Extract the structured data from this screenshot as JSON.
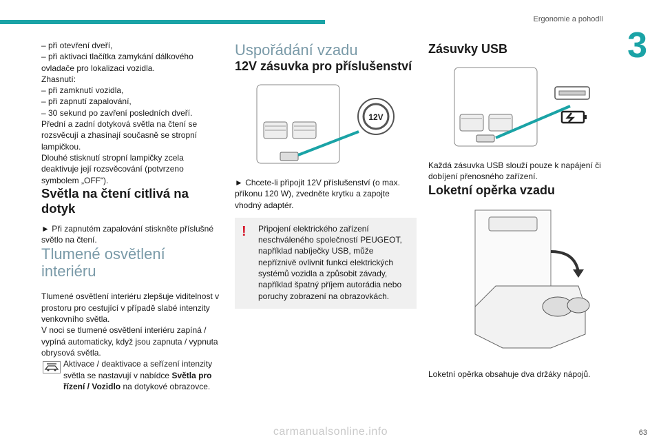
{
  "header": {
    "title": "Ergonomie a pohodlí",
    "chapter": "3",
    "page_number": "63"
  },
  "col1": {
    "lines_a": [
      "– při otevření dveří,",
      "– při aktivaci tlačítka zamykání dálkového",
      "ovladače pro lokalizaci vozidla.",
      "Zhasnutí:",
      "– při zamknutí vozidla,",
      "– při zapnutí zapalování,",
      "– 30 sekund po zavření posledních dveří.",
      "Přední a zadní dotyková světla na čtení se",
      "rozsvěcují a zhasínají současně se stropní",
      "lampičkou.",
      "Dlouhé stisknutí stropní lampičky zcela",
      "deaktivuje její rozsvěcování (potvrzeno",
      "symbolem „OFF“)."
    ],
    "heading_reading": "Světla na čtení citlivá na dotyk",
    "reading_text": "► Při zapnutém zapalování stiskněte příslušné světlo na čtení.",
    "heading_mood": "Tlumené osvětlení interiéru",
    "mood_text_1": "Tlumené osvětlení interiéru zlepšuje viditelnost v prostoru pro cestující v případě slabé intenzity venkovního světla.",
    "mood_text_2": "V noci se tlumené osvětlení interiéru zapíná / vypíná automaticky, když jsou zapnuta / vypnuta obrysová světla.",
    "mood_icon_text_pre": "Aktivace / deaktivace a seřízení intenzity světla se nastavují v nabídce ",
    "mood_icon_text_bold": "Světla pro řízení / Vozidlo",
    "mood_icon_text_post": " na dotykové obrazovce."
  },
  "col2": {
    "heading_rear": "Uspořádání vzadu",
    "heading_12v": "12V zásuvka pro příslušenství",
    "socket_label": "12V",
    "socket_text": "► Chcete-li připojit 12V příslušenství (o max. příkonu 120 W), zvedněte krytku a zapojte vhodný adaptér.",
    "warning_text": "Připojení elektrického zařízení neschváleného společností PEUGEOT, například nabíječky USB, může nepříznivě ovlivnit funkci elektrických systémů vozidla a způsobit závady, například špatný příjem autorádia nebo poruchy zobrazení na obrazovkách."
  },
  "col3": {
    "heading_usb": "Zásuvky USB",
    "usb_text": "Každá zásuvka USB slouží pouze k napájení či dobíjení přenosného zařízení.",
    "heading_armrest": "Loketní opěrka vzadu",
    "armrest_text": "Loketní opěrka obsahuje dva držáky nápojů."
  },
  "watermark": "carmanualsonline.info",
  "colors": {
    "accent": "#1aa3a6",
    "warning": "#d6182b",
    "heading_light": "#7a9aa8"
  },
  "icons": [
    "ambient-light-icon",
    "warning-exclamation-icon",
    "battery-charging-icon",
    "curved-arrow-icon"
  ]
}
